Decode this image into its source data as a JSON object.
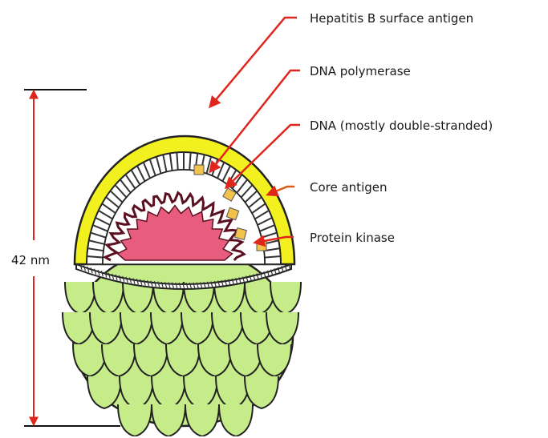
{
  "diagram": {
    "labels": [
      {
        "id": "surface-antigen",
        "text": "Hepatitis B surface antigen"
      },
      {
        "id": "dna-polymerase",
        "text": "DNA polymerase"
      },
      {
        "id": "dna",
        "text": "DNA (mostly double-stranded)"
      },
      {
        "id": "core-antigen",
        "text": "Core antigen"
      },
      {
        "id": "protein-kinase",
        "text": "Protein kinase"
      }
    ],
    "dimension": {
      "text": "42 nm"
    }
  },
  "colors": {
    "envelope": "#f2f01e",
    "shell_outline": "#222222",
    "dna_core": "#e85d7e",
    "dna_strand": "#5a1020",
    "enzyme": "#f2c24a",
    "sphere": "#c6ec8a",
    "arrow": "#e0261c",
    "leader": "#d95a17",
    "dimension_line": "#e0261c"
  }
}
